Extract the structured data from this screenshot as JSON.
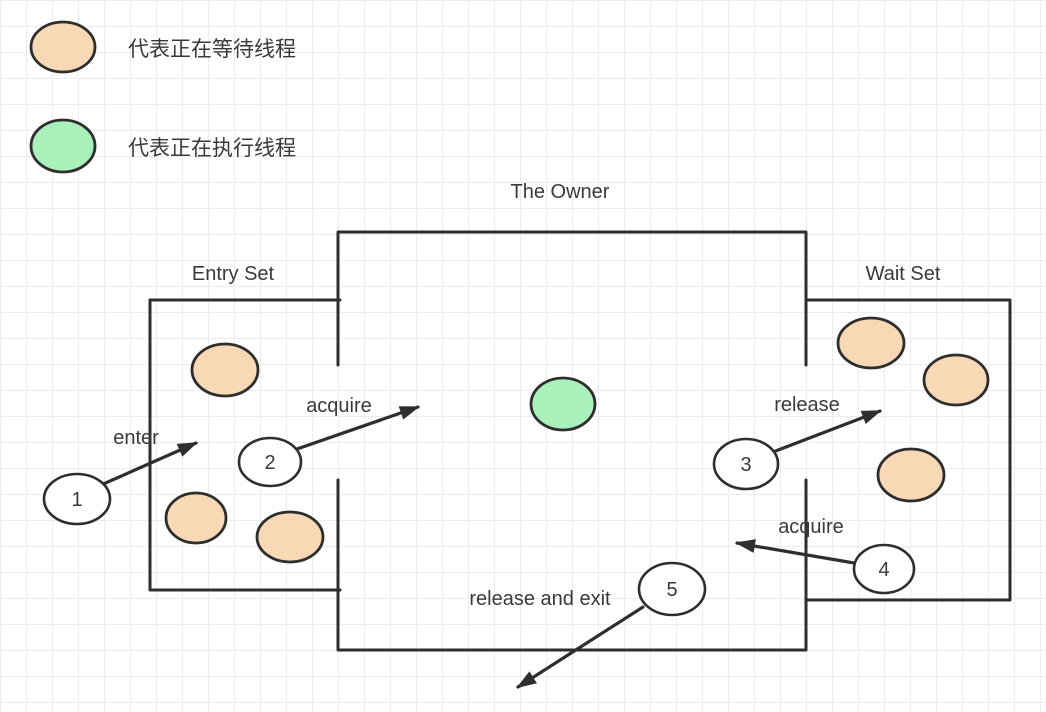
{
  "colors": {
    "waiting_fill": "#f9d9b5",
    "running_fill": "#a9f0bb",
    "circle_fill": "#ffffff",
    "line": "#2e2e2e",
    "grid": "#ececec",
    "background": "#ffffff"
  },
  "legend": {
    "items": [
      {
        "id": "waiting-thread",
        "label": "代表正在等待线程"
      },
      {
        "id": "running-thread",
        "label": "代表正在执行线程"
      }
    ]
  },
  "regions": {
    "owner": {
      "label": "The Owner"
    },
    "entry_set": {
      "label": "Entry Set"
    },
    "wait_set": {
      "label": "Wait Set"
    }
  },
  "steps": [
    {
      "number": "1",
      "action": "enter"
    },
    {
      "number": "2",
      "action": "acquire"
    },
    {
      "number": "3",
      "action": "release"
    },
    {
      "number": "4",
      "action": "acquire"
    },
    {
      "number": "5",
      "action": "release and exit"
    }
  ],
  "threads": {
    "entry_set_waiting_count": 3,
    "owner_running_count": 1,
    "wait_set_waiting_count": 3
  }
}
